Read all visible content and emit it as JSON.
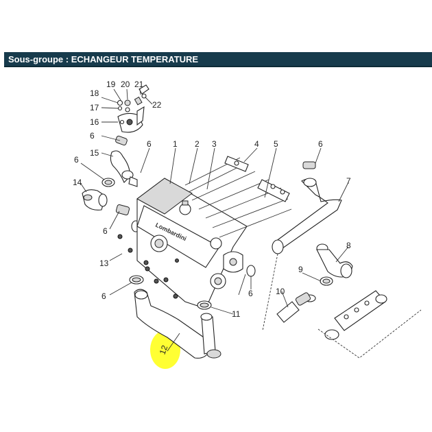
{
  "header": {
    "title": "Sous-groupe : ECHANGEUR TEMPERATURE"
  },
  "diagram": {
    "brand_text": "Lombardini",
    "callouts": [
      "18",
      "19",
      "20",
      "21",
      "22",
      "17",
      "16",
      "6",
      "15",
      "6",
      "1",
      "2",
      "3",
      "4",
      "5",
      "6",
      "7",
      "6",
      "14",
      "6",
      "13",
      "6",
      "8",
      "9",
      "10",
      "6",
      "11",
      "12"
    ],
    "highlighted_callout": "12",
    "highlight_color": "#ffff33"
  }
}
